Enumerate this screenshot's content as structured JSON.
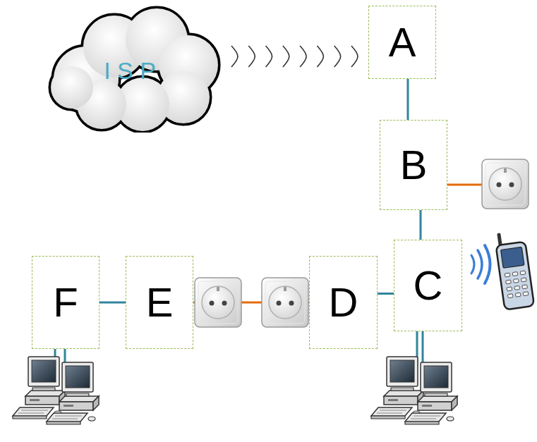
{
  "diagram": {
    "nodes": [
      {
        "text": [
          "I S P"
        ]
      },
      {
        "text": [
          "A"
        ]
      },
      {
        "text": [
          "B"
        ]
      },
      {
        "text": [
          "C"
        ]
      },
      {
        "text": [
          "D"
        ]
      },
      {
        "text": [
          "E"
        ]
      },
      {
        "text": [
          "F"
        ]
      }
    ],
    "edges": [
      {
        "from": 0,
        "to": 1,
        "arrow": "none"
      },
      {
        "from": 1,
        "to": 2,
        "arrow": "none"
      },
      {
        "from": 2,
        "to": 3,
        "arrow": "none"
      },
      {
        "from": 3,
        "to": 4,
        "arrow": "none"
      },
      {
        "from": 4,
        "to": 5,
        "arrow": "none"
      },
      {
        "from": 5,
        "to": 6,
        "arrow": "none"
      }
    ]
  }
}
